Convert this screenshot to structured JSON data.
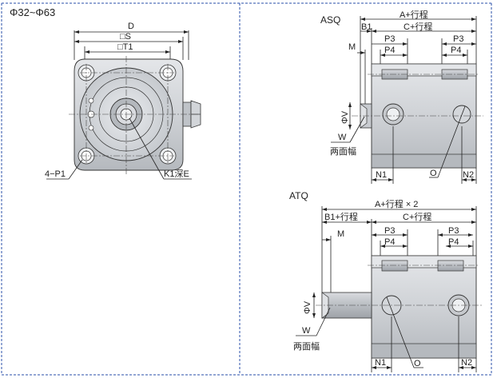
{
  "header": {
    "size_range": "Φ32~Φ63"
  },
  "front_view": {
    "dim_d": "D",
    "dim_s": "□S",
    "dim_t1": "□T1",
    "label_p1": "4−P1",
    "label_k1": "K1深E"
  },
  "asq": {
    "title": "ASQ",
    "dim_a": "A+行程",
    "dim_b1": "B1",
    "dim_c": "C+行程",
    "dim_p3_left": "P3",
    "dim_p4_left": "P4",
    "dim_p3_right": "P3",
    "dim_p4_right": "P4",
    "dim_m": "M",
    "dim_v": "ΦV",
    "label_w": "W",
    "label_flat": "两面幅",
    "label_n1": "N1",
    "label_o": "O",
    "label_n2": "N2"
  },
  "atq": {
    "title": "ATQ",
    "dim_a": "A+行程 × 2",
    "dim_b1": "B1+行程",
    "dim_c": "C+行程",
    "dim_p3_left": "P3",
    "dim_p4_left": "P4",
    "dim_p3_right": "P3",
    "dim_p4_right": "P4",
    "dim_m": "M",
    "dim_v": "ΦV",
    "label_w": "W",
    "label_flat": "两面幅",
    "label_n1": "N1",
    "label_o": "O",
    "label_n2": "N2"
  },
  "colors": {
    "frame": "#2a4fa8",
    "body_fill": "#cfd2d6",
    "body_dark": "#a9adb3",
    "body_light": "#e4e6e9",
    "line": "#222222"
  }
}
